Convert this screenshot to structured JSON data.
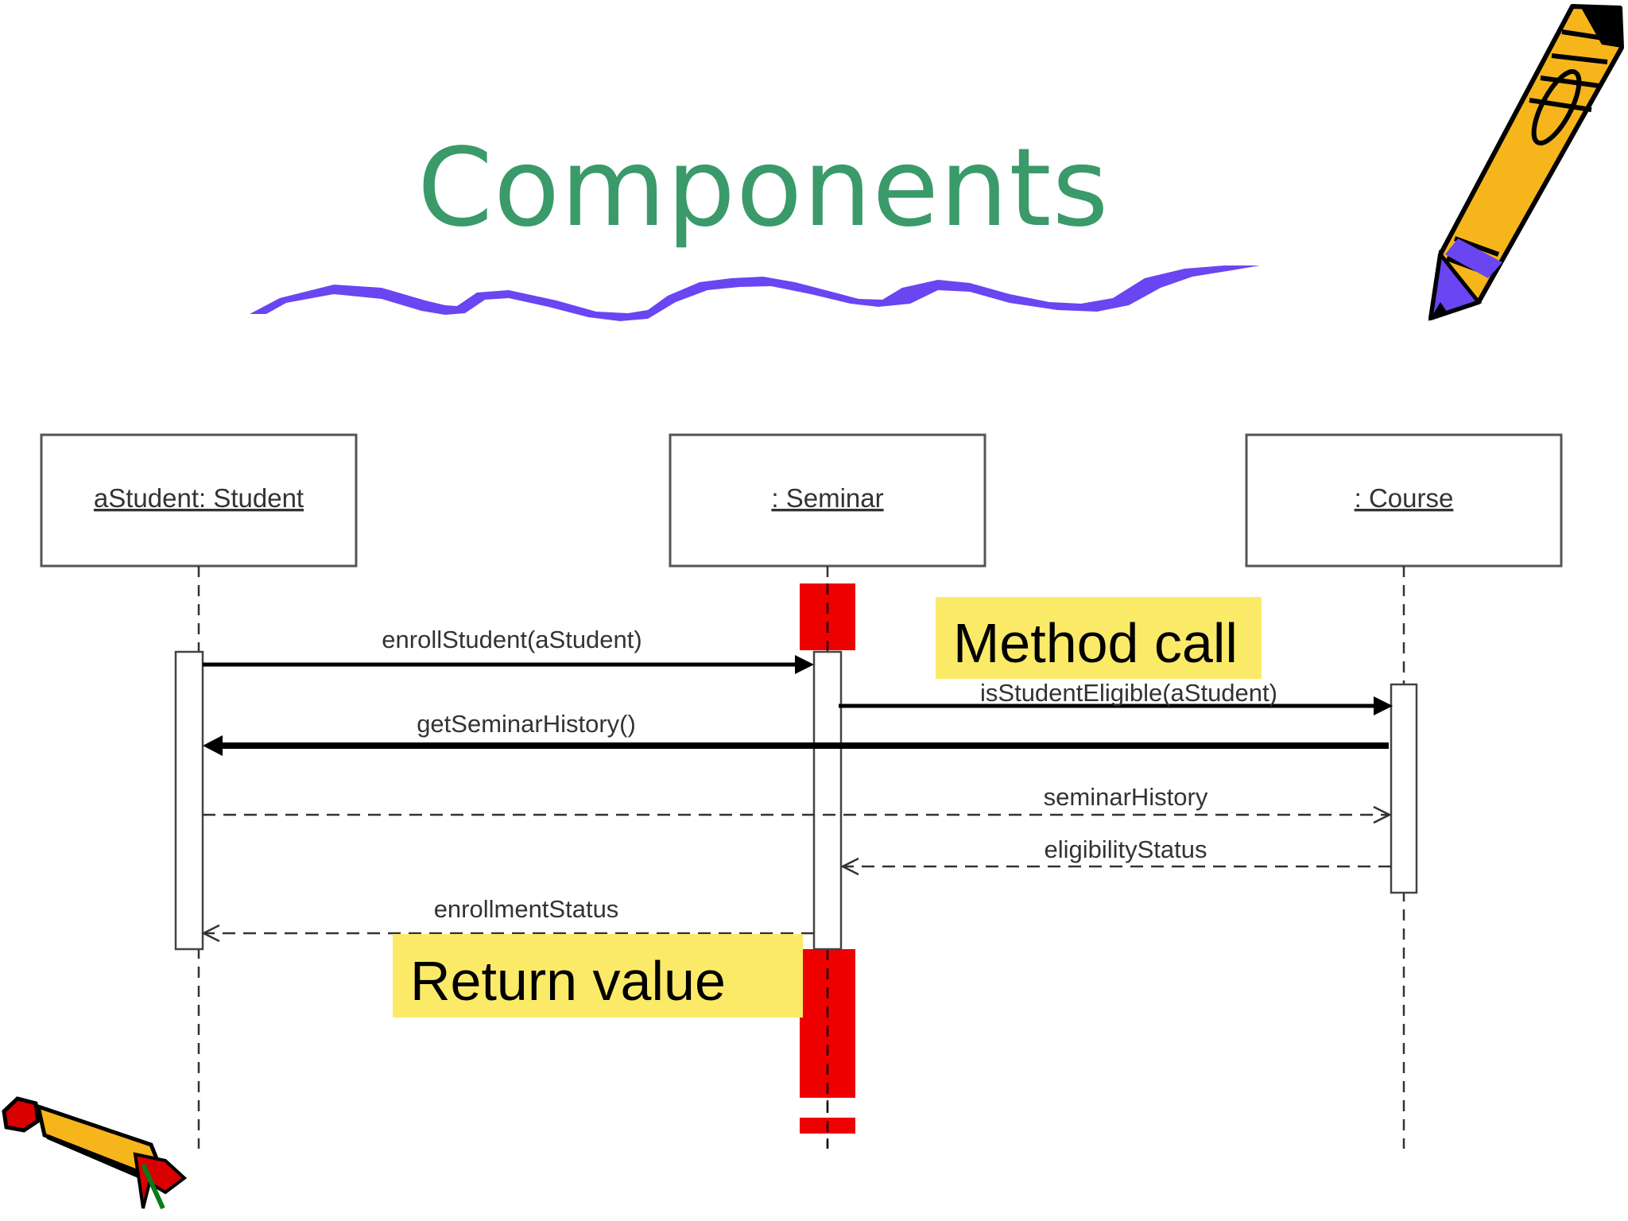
{
  "slide": {
    "title": "Components",
    "colors": {
      "title": "#3a9a6a",
      "underline": "#6a45f2",
      "callout": "#fbea68",
      "highlight": "#ee0000"
    }
  },
  "diagram": {
    "type": "uml-sequence-diagram",
    "objects": [
      {
        "id": "student",
        "label": "aStudent: Student"
      },
      {
        "id": "seminar",
        "label": ": Seminar"
      },
      {
        "id": "course",
        "label": ": Course"
      }
    ],
    "messages": [
      {
        "id": "m1",
        "label": "enrollStudent(aStudent)",
        "from": "student",
        "to": "seminar",
        "kind": "call"
      },
      {
        "id": "m2",
        "label": "isStudentEligible(aStudent)",
        "from": "seminar",
        "to": "course",
        "kind": "call"
      },
      {
        "id": "m3",
        "label": "getSeminarHistory()",
        "from": "course",
        "to": "student",
        "kind": "call"
      },
      {
        "id": "m4",
        "label": "seminarHistory",
        "from": "student",
        "to": "course",
        "kind": "return"
      },
      {
        "id": "m5",
        "label": "eligibilityStatus",
        "from": "course",
        "to": "seminar",
        "kind": "return"
      },
      {
        "id": "m6",
        "label": "enrollmentStatus",
        "from": "seminar",
        "to": "student",
        "kind": "return"
      }
    ]
  },
  "callouts": {
    "method_call": "Method call",
    "return_value": "Return value"
  },
  "decorations": {
    "top_right": "pencil-icon",
    "bottom_left": "pencil-icon",
    "title_underline": "squiggle-underline"
  }
}
